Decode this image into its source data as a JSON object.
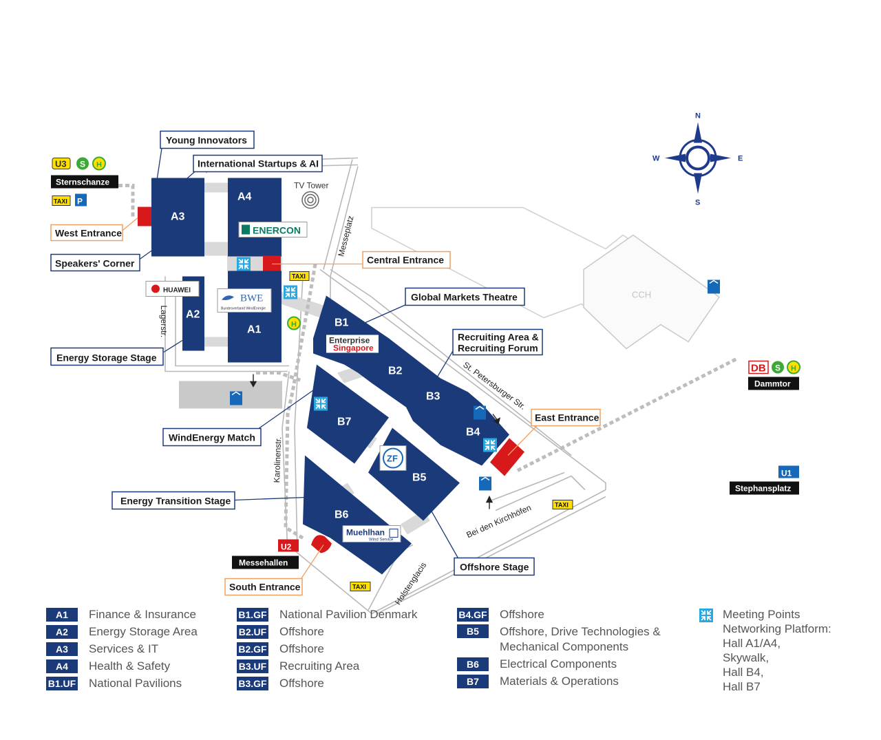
{
  "halls": {
    "a1": "A1",
    "a2": "A2",
    "a3": "A3",
    "a4": "A4",
    "b1": "B1",
    "b2": "B2",
    "b3": "B3",
    "b4": "B4",
    "b5": "B5",
    "b6": "B6",
    "b7": "B7"
  },
  "callouts": {
    "young_innovators": "Young Innovators",
    "international_startups": "International Startups & AI",
    "west_entrance": "West Entrance",
    "speakers_corner": "Speakers' Corner",
    "energy_storage_stage": "Energy Storage Stage",
    "central_entrance": "Central Entrance",
    "global_markets_theatre": "Global Markets Theatre",
    "recruiting_line1": "Recruiting Area &",
    "recruiting_line2": "Recruiting Forum",
    "east_entrance": "East Entrance",
    "windenergy_match": "WindEnergy Match",
    "energy_transition_stage": "Energy Transition Stage",
    "south_entrance": "South Entrance",
    "offshore_stage": "Offshore Stage"
  },
  "landmarks": {
    "tv_tower": "TV Tower",
    "cch": "CCH"
  },
  "streets": {
    "messeplatz": "Messeplatz",
    "lagerstr": "Lagerstr.",
    "st_petersburger": "St. Petersburger Str.",
    "karolinenstr": "Karolinenstr.",
    "bei_den_kirchhoefen": "Bei den Kirchhöfen",
    "holstenglacis": "Holstenglacis"
  },
  "transit": {
    "sternschanze": "Sternschanze",
    "dammtor": "Dammtor",
    "stephansplatz": "Stephansplatz",
    "messehallen": "Messehallen",
    "u3": "U3",
    "u1": "U1",
    "u2": "U2",
    "db": "DB",
    "s": "S",
    "h": "H",
    "taxi": "TAXI",
    "parking": "P"
  },
  "sponsors": {
    "enercon": "ENERCON",
    "huawei": "HUAWEI",
    "bwe": "BWE",
    "bwe_sub": "Bundesverband WindEnergie",
    "enterprise": "Enterprise",
    "singapore": "Singapore",
    "zf": "ZF",
    "muehlhan": "Muehlhan",
    "muehlhan_sub": "Wind Service"
  },
  "compass": {
    "n": "N",
    "e": "E",
    "s": "S",
    "w": "W"
  },
  "legend": {
    "col1": [
      {
        "key": "A1",
        "value": "Finance & Insurance"
      },
      {
        "key": "A2",
        "value": "Energy Storage Area"
      },
      {
        "key": "A3",
        "value": "Services & IT"
      },
      {
        "key": "A4",
        "value": "Health & Safety"
      },
      {
        "key": "B1.UF",
        "value": "National Pavilions"
      }
    ],
    "col2": [
      {
        "key": "B1.GF",
        "value": "National Pavilion Denmark"
      },
      {
        "key": "B2.UF",
        "value": "Offshore"
      },
      {
        "key": "B2.GF",
        "value": "Offshore"
      },
      {
        "key": "B3.UF",
        "value": "Recruiting Area"
      },
      {
        "key": "B3.GF",
        "value": "Offshore"
      }
    ],
    "col3": [
      {
        "key": "B4.GF",
        "value": "Offshore"
      },
      {
        "key": "B5",
        "value": "Offshore, Drive Technologies & Mechanical Components"
      },
      {
        "key": "B6",
        "value": "Electrical Components"
      },
      {
        "key": "B7",
        "value": "Materials & Operations"
      }
    ],
    "meeting_points": {
      "line1": "Meeting Points",
      "line2": "Networking Platform:",
      "line3": "Hall A1/A4,",
      "line4": "Skywalk,",
      "line5": "Hall B4,",
      "line6": "Hall B7"
    }
  },
  "colors": {
    "hall": "#1b3a7a",
    "entrance": "#d7191c",
    "callout_blue": "#1b3a7a",
    "callout_orange": "#f0a060",
    "road": "#bdbdbd",
    "skywalk": "#d9d9d9",
    "taxi_yellow": "#ffe000",
    "parking_blue": "#1668b8",
    "meeting_blue": "#29a8e0",
    "s_green": "#3aa935"
  }
}
